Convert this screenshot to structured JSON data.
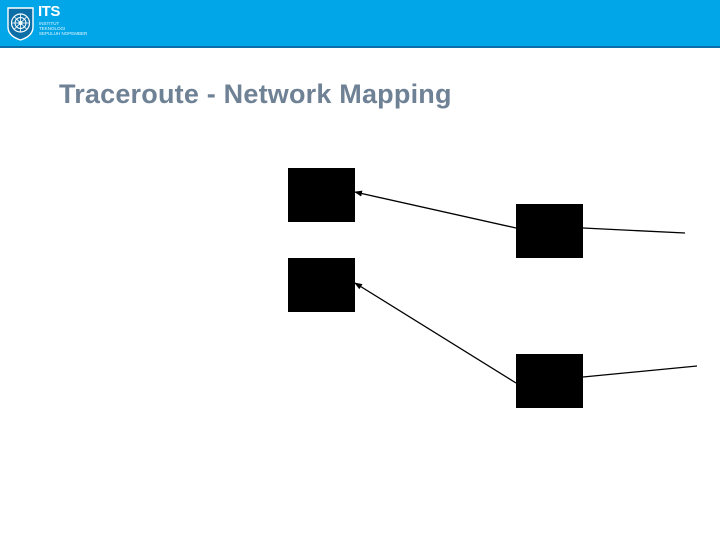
{
  "header": {
    "background": "#00a6e8",
    "logo_mark": "ITS",
    "logo_lines": [
      "INSTITUT",
      "TEKNOLOGI",
      "SEPULUH NOPEMBER"
    ]
  },
  "slide": {
    "title": "Traceroute - Network Mapping",
    "title_color": "#6e8195"
  },
  "diagram": {
    "type": "network-map",
    "nodes": [
      {
        "id": "router-a",
        "color": "#000000"
      },
      {
        "id": "router-b",
        "color": "#000000"
      },
      {
        "id": "router-c",
        "color": "#000000"
      },
      {
        "id": "router-d",
        "color": "#000000"
      }
    ],
    "links": [
      {
        "from": "router-c",
        "to": "router-a",
        "arrow": true
      },
      {
        "from": "router-d",
        "to": "router-b",
        "arrow": true
      },
      {
        "from": "router-c",
        "to": "offscreen-right-1",
        "arrow": false
      },
      {
        "from": "router-d",
        "to": "offscreen-right-2",
        "arrow": false
      }
    ]
  }
}
